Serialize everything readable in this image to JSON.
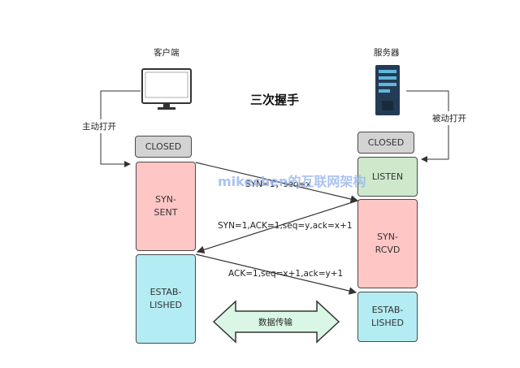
{
  "client": {
    "label": "客户端",
    "icon": "monitor-icon"
  },
  "server": {
    "label": "服务器",
    "icon": "server-icon"
  },
  "title": "三次握手",
  "client_open_label": "主动打开",
  "server_open_label": "被动打开",
  "client_states": [
    {
      "label": "CLOSED",
      "color": "#d3d3d3"
    },
    {
      "label": "SYN-\nSENT",
      "color": "#ffc6c6"
    },
    {
      "label": "ESTAB-\nLISHED",
      "color": "#b3ecf3"
    }
  ],
  "server_states": [
    {
      "label": "CLOSED",
      "color": "#d3d3d3"
    },
    {
      "label": "LISTEN",
      "color": "#cfe8cc"
    },
    {
      "label": "SYN-\nRCVD",
      "color": "#ffc6c6"
    },
    {
      "label": "ESTAB-\nLISHED",
      "color": "#b3ecf3"
    }
  ],
  "messages": [
    {
      "label": "SYN=1，seq=x"
    },
    {
      "label": "SYN=1,ACK=1,seq=y,ack=x+1"
    },
    {
      "label": "ACK=1,seq=x+1,ack=y+1"
    }
  ],
  "transfer": {
    "label": "数据传输",
    "color": "#d9f7e4"
  },
  "watermark": "mikechen的互联网架构"
}
